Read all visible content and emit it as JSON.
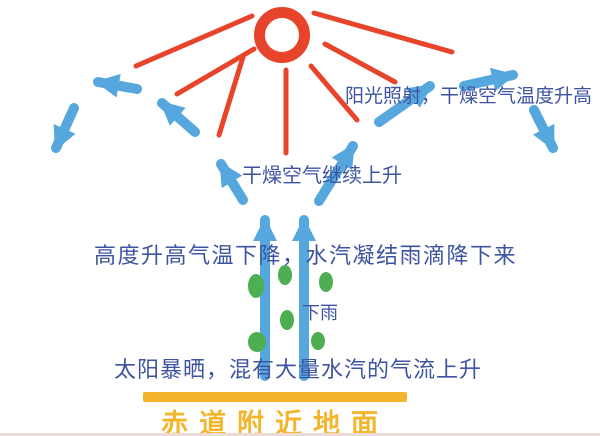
{
  "diagram": {
    "labels": {
      "sunlight": "阳光照射，干燥空气温度升高",
      "dry_air_rise": "干燥空气继续上升",
      "condensation": "高度升高气温下降，水汽凝结雨滴降下来",
      "rain": "下雨",
      "evaporation": "太阳暴晒，混有大量水汽的气流上升",
      "ground": "赤道附近地面"
    },
    "colors": {
      "sun_red": "#e8432b",
      "arrow_blue": "#55a7de",
      "text_blue": "#3e54a0",
      "raindrop_green": "#4eae52",
      "ground_gold": "#f3b52b",
      "background": "#ffffff"
    },
    "icons": {
      "sun": "red ring with radiating rays",
      "airflow_arrow": "light-blue thick arrow",
      "updraft_arrow": "light-blue vertical arrow pointing up",
      "raindrop": "green oval droplet",
      "ground_bar": "gold horizontal bar"
    }
  }
}
